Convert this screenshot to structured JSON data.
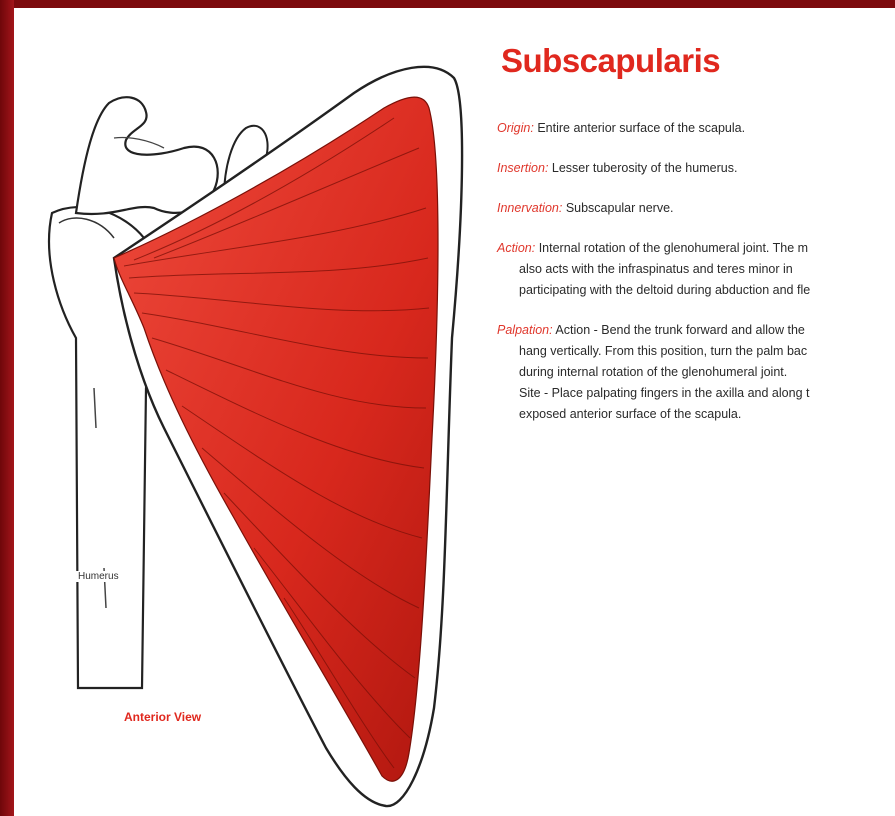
{
  "title": "Subscapularis",
  "entries": [
    {
      "label": "Origin:",
      "lines": [
        "Entire anterior surface of the scapula."
      ]
    },
    {
      "label": "Insertion:",
      "lines": [
        "Lesser tuberosity of the humerus."
      ]
    },
    {
      "label": "Innervation:",
      "lines": [
        "Subscapular nerve."
      ]
    },
    {
      "label": "Action:",
      "lines": [
        "Internal rotation of the glenohumeral joint. The m",
        "also acts with the infraspinatus and teres minor in",
        "participating with the deltoid during abduction and fle"
      ]
    },
    {
      "label": "Palpation:",
      "lines": [
        "Action - Bend the trunk forward and allow the",
        "hang vertically. From this position, turn the palm bac",
        "during internal rotation of the glenohumeral joint.",
        "Site - Place palpating fingers in the axilla and along t",
        "exposed anterior surface of the scapula."
      ]
    }
  ],
  "figure": {
    "humerus_label": "Humerus",
    "view_label": "Anterior View",
    "muscle_color": "#d8281d"
  }
}
